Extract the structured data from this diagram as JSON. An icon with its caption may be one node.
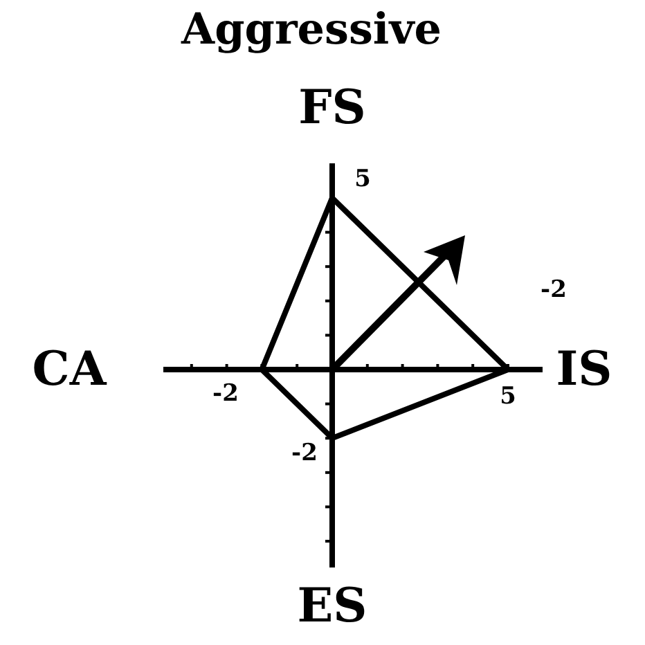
{
  "diagram": {
    "title": "Aggressive",
    "labels": [
      "FS",
      "5",
      "-2",
      "CA",
      "-2",
      "IS",
      "5",
      "-2",
      "ES"
    ]
  }
}
